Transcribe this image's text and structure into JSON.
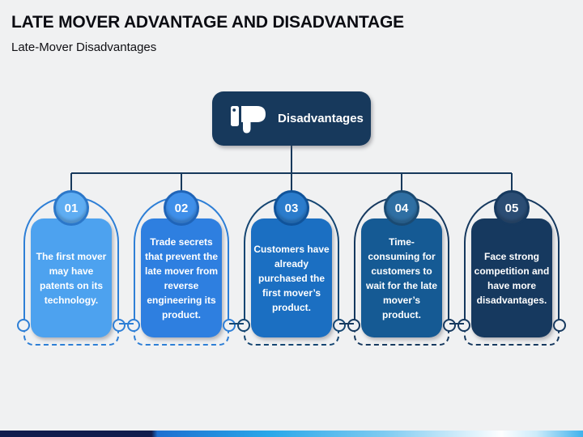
{
  "slide": {
    "title": "LATE MOVER ADVANTAGE AND DISADVANTAGE",
    "subtitle": "Late-Mover Disadvantages",
    "background_color": "#F0F1F2"
  },
  "header": {
    "label": "Disadvantages",
    "icon": "thumbs-down-icon",
    "bg_color": "#17395C",
    "text_color": "#FFFFFF"
  },
  "connector_color": "#17395C",
  "cards": [
    {
      "number": "01",
      "text": "The first mover may have patents on its technology.",
      "fill": "#4DA2EF",
      "badge_fill": "#5FADF2",
      "badge_stroke": "#2B77C9",
      "outline": "#2E7FD6"
    },
    {
      "number": "02",
      "text": "Trade secrets that prevent the late mover from reverse engineering its product.",
      "fill": "#2E7FE0",
      "badge_fill": "#3F8FE9",
      "badge_stroke": "#1F64B8",
      "outline": "#2E7FD6"
    },
    {
      "number": "03",
      "text": "Customers have already purchased the first mover’s product.",
      "fill": "#1B6FC2",
      "badge_fill": "#2B7CCC",
      "badge_stroke": "#10539A",
      "outline": "#154672"
    },
    {
      "number": "04",
      "text": "Time-consuming for customers to wait for the late mover’s product.",
      "fill": "#155A94",
      "badge_fill": "#2F6FA3",
      "badge_stroke": "#1A4A72",
      "outline": "#16395F"
    },
    {
      "number": "05",
      "text": "Face strong competition and have more disadvantages.",
      "fill": "#16395F",
      "badge_fill": "#2B4D74",
      "badge_stroke": "#16395F",
      "outline": "#16395F"
    }
  ],
  "bottom_bar": {
    "colors": [
      "#111C4D",
      "#1D6FD0",
      "#29A7E9",
      "#FFFFFF",
      "#3FB2EC"
    ]
  }
}
